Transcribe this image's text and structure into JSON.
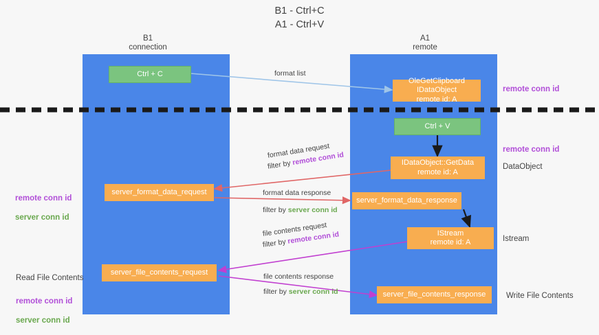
{
  "title": "B1 - Ctrl+C\nA1 - Ctrl+V",
  "columns": [
    {
      "name": "left-lane",
      "header": "B1\nconnection"
    },
    {
      "name": "right-lane",
      "header": "A1\nremote"
    }
  ],
  "boxes": {
    "ctrl_c": "Ctrl + C",
    "ole_get_clipboard": "OleGetClipboard IDataObject\nremote id: A",
    "ctrl_v": "Ctrl + V",
    "idataobject_getdata": "IDataObject::GetData\nremote id: A",
    "server_format_data_request": "server_format_data_request",
    "server_format_data_response": "server_format_data_response",
    "istream": "IStream\nremote id: A",
    "server_file_contents_request": "server_file_contents_request",
    "server_file_contents_response": "server_file_contents_response"
  },
  "edges": {
    "format_list": "format list",
    "format_data_request": "format data request",
    "format_data_request_filter_prefix": "filter by ",
    "format_data_request_filter_value": "remote conn id",
    "format_data_response": "format data response",
    "format_data_response_filter_prefix": "filter by ",
    "format_data_response_filter_value": "server conn id",
    "file_contents_request": "file contents request",
    "file_contents_request_filter_prefix": "filter by ",
    "file_contents_request_filter_value": "remote conn id",
    "file_contents_response": "file contents response",
    "file_contents_response_filter_prefix": "filter by ",
    "file_contents_response_filter_value": "server conn id"
  },
  "notes": {
    "right_remote_conn_id_top": "remote conn id",
    "right_remote_conn_id_mid": "remote conn id",
    "right_dataobject": "DataObject",
    "right_istream": "Istream",
    "right_write_file_contents": "Write File Contents",
    "left_read_file_contents": "Read File Contents",
    "left_remote_conn_id": "remote conn id",
    "left_server_conn_id": "server conn id",
    "left_remote_conn_id_2": "remote conn id",
    "left_server_conn_id_2": "server conn id"
  },
  "colors": {
    "lane": "#4a86e8",
    "box_orange": "#f8ad50",
    "box_green": "#7bc47f",
    "accent_magenta": "#b14fd8",
    "accent_green": "#6aa84f",
    "arrow_red": "#e06666",
    "arrow_blue": "#9fc5e8",
    "arrow_black": "#1a1a1a",
    "divider": "#1a1a1a"
  }
}
